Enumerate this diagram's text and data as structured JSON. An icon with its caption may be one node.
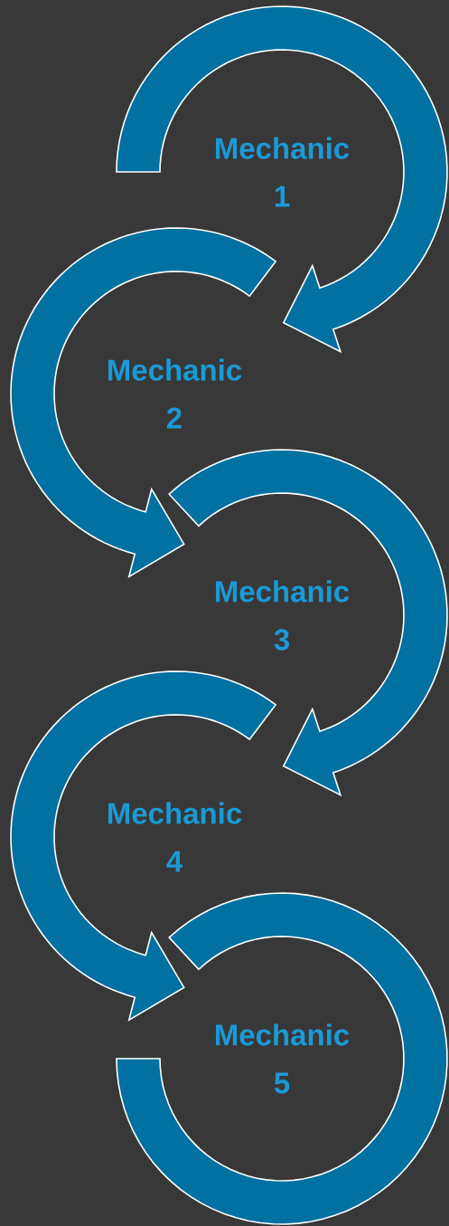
{
  "diagram": {
    "nodes": [
      {
        "text": [
          "Mechanic 1"
        ]
      },
      {
        "text": [
          "Mechanic 2"
        ]
      },
      {
        "text": [
          "Mechanic 3"
        ]
      },
      {
        "text": [
          "Mechanic 4"
        ]
      },
      {
        "text": [
          "Mechanic 5"
        ]
      }
    ],
    "edges": [
      {
        "from": 0,
        "to": 1,
        "arrow": "to"
      },
      {
        "from": 1,
        "to": 2,
        "arrow": "to"
      },
      {
        "from": 2,
        "to": 3,
        "arrow": "to"
      },
      {
        "from": 3,
        "to": 4,
        "arrow": "to"
      }
    ]
  }
}
